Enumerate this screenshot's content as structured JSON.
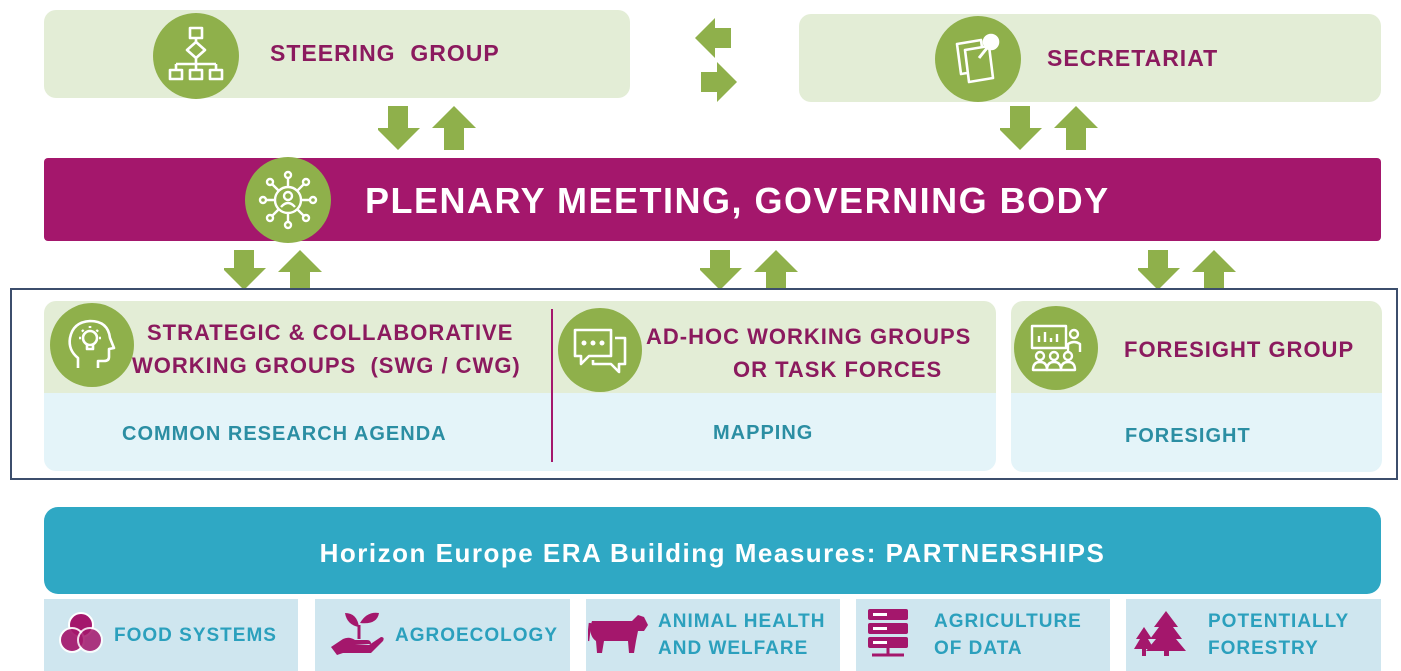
{
  "steering": {
    "title": "STEERING  GROUP",
    "icon": "flowchart-icon"
  },
  "secretariat": {
    "title": "SECRETARIAT",
    "icon": "notes-pin-icon"
  },
  "plenary": {
    "title": "PLENARY MEETING, GOVERNING BODY",
    "icon": "network-person-icon"
  },
  "working": {
    "strategic": {
      "line1": "STRATEGIC & COLLABORATIVE",
      "line2": "WORKING GROUPS  (SWG / CWG)",
      "output": "COMMON RESEARCH AGENDA",
      "icon": "head-lightbulb-icon"
    },
    "adhoc": {
      "line1": "AD-HOC WORKING GROUPS",
      "line2": "OR TASK FORCES",
      "output": "MAPPING",
      "icon": "chat-bubbles-icon"
    },
    "foresight": {
      "title": "FORESIGHT GROUP",
      "output": "FORESIGHT",
      "icon": "presentation-group-icon"
    }
  },
  "horizon": {
    "title": "Horizon Europe ERA Building Measures: PARTNERSHIPS"
  },
  "partnerships": [
    {
      "label1": "FOOD SYSTEMS",
      "label2": "",
      "icon": "venn-circles-icon"
    },
    {
      "label1": "AGROECOLOGY",
      "label2": "",
      "icon": "hand-sprout-icon"
    },
    {
      "label1": "ANIMAL HEALTH",
      "label2": "AND WELFARE",
      "icon": "cow-icon"
    },
    {
      "label1": "AGRICULTURE",
      "label2": "OF DATA",
      "icon": "server-icon"
    },
    {
      "label1": "POTENTIALLY",
      "label2": "FORESTRY",
      "icon": "trees-icon"
    }
  ],
  "colors": {
    "green": "#8fb04b",
    "purple": "#a4176c",
    "teal": "#2fa8c4",
    "lightgreen": "#e3edd6",
    "lightblue": "#e4f4f9"
  }
}
